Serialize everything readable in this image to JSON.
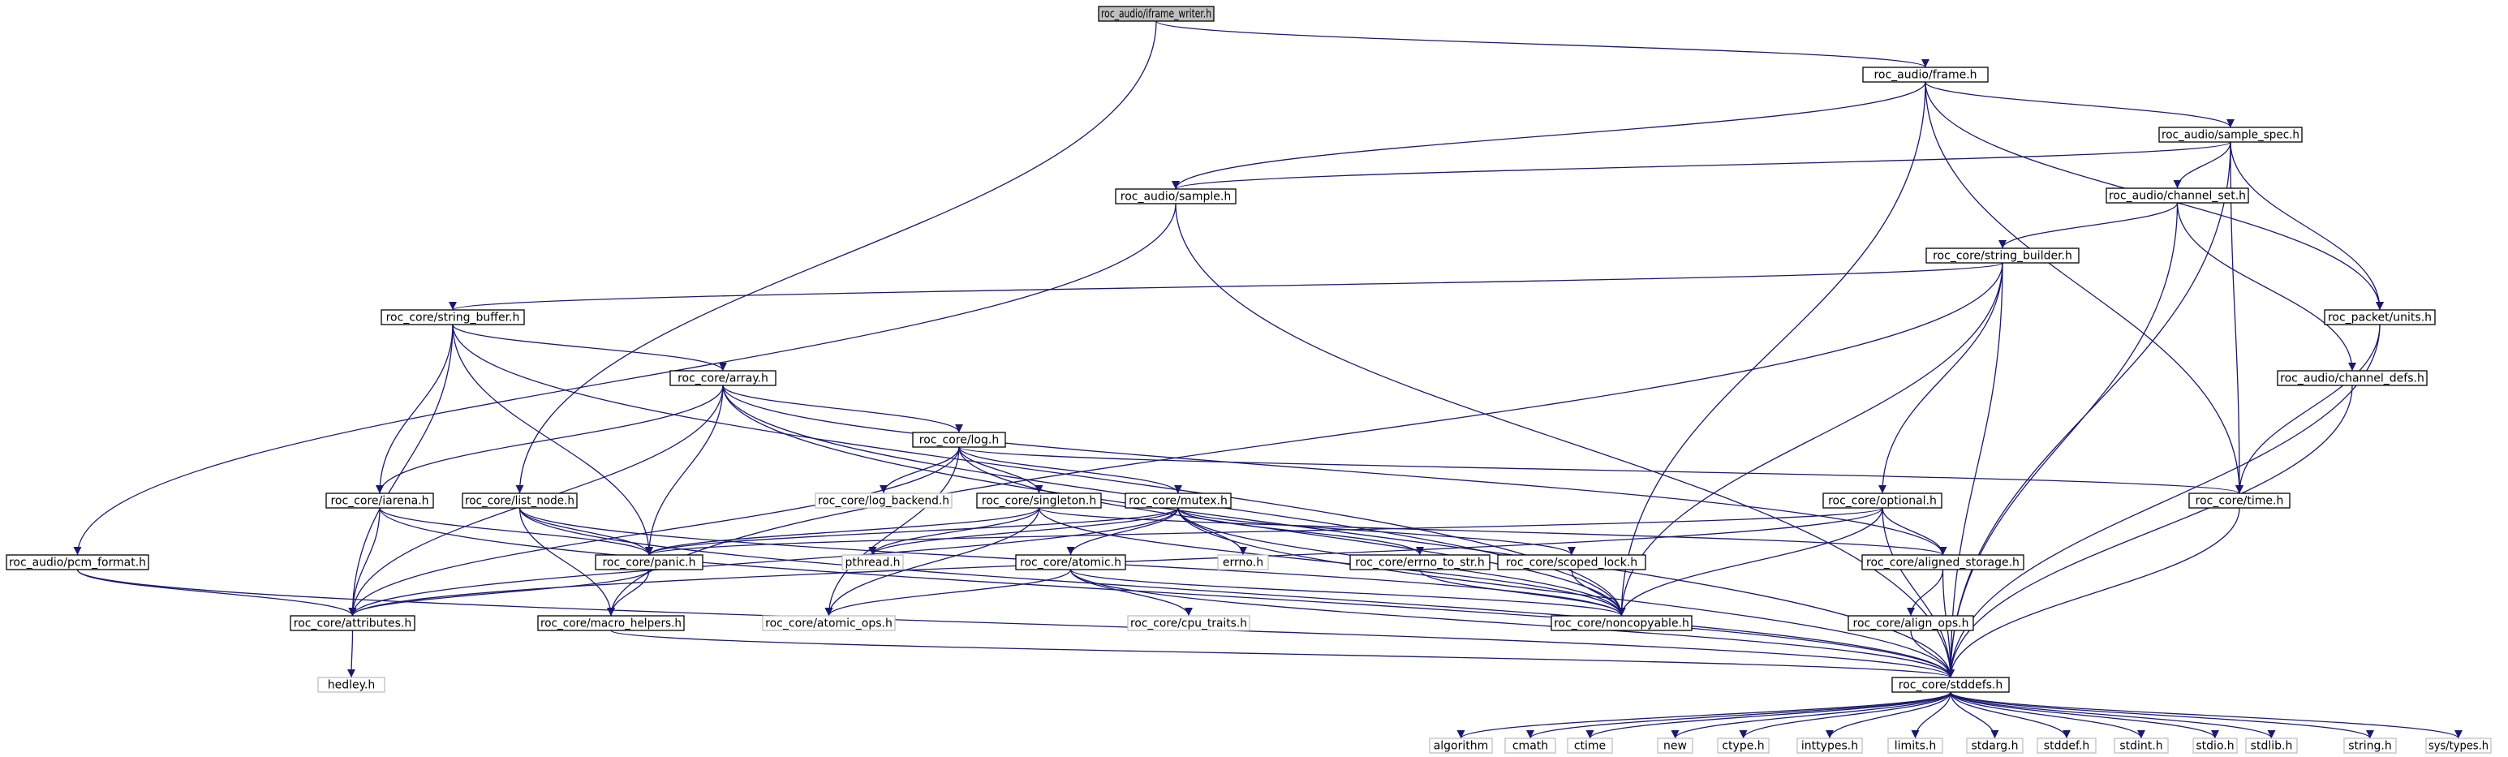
{
  "graph": {
    "title": "roc_audio/iframe_writer.h",
    "nodes": [
      {
        "id": "iframe_writer",
        "label": "roc_audio/iframe_writer.h",
        "kind": "root"
      },
      {
        "id": "frame",
        "label": "roc_audio/frame.h",
        "kind": "file"
      },
      {
        "id": "sample_spec",
        "label": "roc_audio/sample_spec.h",
        "kind": "file"
      },
      {
        "id": "sample",
        "label": "roc_audio/sample.h",
        "kind": "file"
      },
      {
        "id": "channel_set",
        "label": "roc_audio/channel_set.h",
        "kind": "file"
      },
      {
        "id": "string_builder",
        "label": "roc_core/string_builder.h",
        "kind": "file"
      },
      {
        "id": "string_buffer",
        "label": "roc_core/string_buffer.h",
        "kind": "file"
      },
      {
        "id": "units",
        "label": "roc_packet/units.h",
        "kind": "file"
      },
      {
        "id": "channel_defs",
        "label": "roc_audio/channel_defs.h",
        "kind": "file"
      },
      {
        "id": "array",
        "label": "roc_core/array.h",
        "kind": "file"
      },
      {
        "id": "log",
        "label": "roc_core/log.h",
        "kind": "file"
      },
      {
        "id": "iarena",
        "label": "roc_core/iarena.h",
        "kind": "file"
      },
      {
        "id": "list_node",
        "label": "roc_core/list_node.h",
        "kind": "file"
      },
      {
        "id": "log_backend",
        "label": "roc_core/log_backend.h",
        "kind": "ext"
      },
      {
        "id": "singleton",
        "label": "roc_core/singleton.h",
        "kind": "file"
      },
      {
        "id": "mutex",
        "label": "roc_core/mutex.h",
        "kind": "file"
      },
      {
        "id": "optional",
        "label": "roc_core/optional.h",
        "kind": "file"
      },
      {
        "id": "time",
        "label": "roc_core/time.h",
        "kind": "file"
      },
      {
        "id": "pcm_format",
        "label": "roc_audio/pcm_format.h",
        "kind": "file"
      },
      {
        "id": "panic",
        "label": "roc_core/panic.h",
        "kind": "file"
      },
      {
        "id": "pthread",
        "label": "pthread.h",
        "kind": "ext"
      },
      {
        "id": "atomic",
        "label": "roc_core/atomic.h",
        "kind": "file"
      },
      {
        "id": "errno",
        "label": "errno.h",
        "kind": "ext"
      },
      {
        "id": "errno_to_str",
        "label": "roc_core/errno_to_str.h",
        "kind": "file"
      },
      {
        "id": "scoped_lock",
        "label": "roc_core/scoped_lock.h",
        "kind": "file"
      },
      {
        "id": "aligned_storage",
        "label": "roc_core/aligned_storage.h",
        "kind": "file"
      },
      {
        "id": "attributes",
        "label": "roc_core/attributes.h",
        "kind": "file"
      },
      {
        "id": "macro_helpers",
        "label": "roc_core/macro_helpers.h",
        "kind": "file"
      },
      {
        "id": "atomic_ops",
        "label": "roc_core/atomic_ops.h",
        "kind": "ext"
      },
      {
        "id": "cpu_traits",
        "label": "roc_core/cpu_traits.h",
        "kind": "ext"
      },
      {
        "id": "noncopyable",
        "label": "roc_core/noncopyable.h",
        "kind": "file"
      },
      {
        "id": "align_ops",
        "label": "roc_core/align_ops.h",
        "kind": "file"
      },
      {
        "id": "hedley",
        "label": "hedley.h",
        "kind": "ext"
      },
      {
        "id": "stddefs",
        "label": "roc_core/stddefs.h",
        "kind": "file"
      },
      {
        "id": "algorithm",
        "label": "algorithm",
        "kind": "ext"
      },
      {
        "id": "cmath",
        "label": "cmath",
        "kind": "ext"
      },
      {
        "id": "ctime",
        "label": "ctime",
        "kind": "ext"
      },
      {
        "id": "new",
        "label": "new",
        "kind": "ext"
      },
      {
        "id": "ctype",
        "label": "ctype.h",
        "kind": "ext"
      },
      {
        "id": "inttypes",
        "label": "inttypes.h",
        "kind": "ext"
      },
      {
        "id": "limits",
        "label": "limits.h",
        "kind": "ext"
      },
      {
        "id": "stdarg",
        "label": "stdarg.h",
        "kind": "ext"
      },
      {
        "id": "stddef",
        "label": "stddef.h",
        "kind": "ext"
      },
      {
        "id": "stdint",
        "label": "stdint.h",
        "kind": "ext"
      },
      {
        "id": "stdio",
        "label": "stdio.h",
        "kind": "ext"
      },
      {
        "id": "stdlib",
        "label": "stdlib.h",
        "kind": "ext"
      },
      {
        "id": "string",
        "label": "string.h",
        "kind": "ext"
      },
      {
        "id": "sys_types",
        "label": "sys/types.h",
        "kind": "ext"
      }
    ],
    "edges": [
      [
        "iframe_writer",
        "frame"
      ],
      [
        "iframe_writer",
        "list_node"
      ],
      [
        "frame",
        "sample_spec"
      ],
      [
        "frame",
        "sample"
      ],
      [
        "frame",
        "units"
      ],
      [
        "frame",
        "time"
      ],
      [
        "frame",
        "noncopyable"
      ],
      [
        "sample_spec",
        "sample"
      ],
      [
        "sample_spec",
        "channel_set"
      ],
      [
        "sample_spec",
        "units"
      ],
      [
        "sample_spec",
        "time"
      ],
      [
        "sample_spec",
        "stddefs"
      ],
      [
        "sample",
        "pcm_format"
      ],
      [
        "sample",
        "stddefs"
      ],
      [
        "channel_set",
        "string_builder"
      ],
      [
        "channel_set",
        "channel_defs"
      ],
      [
        "channel_set",
        "stddefs"
      ],
      [
        "string_builder",
        "string_buffer"
      ],
      [
        "string_builder",
        "optional"
      ],
      [
        "string_builder",
        "macro_helpers"
      ],
      [
        "string_builder",
        "noncopyable"
      ],
      [
        "string_builder",
        "stddefs"
      ],
      [
        "string_buffer",
        "array"
      ],
      [
        "string_buffer",
        "iarena"
      ],
      [
        "string_buffer",
        "panic"
      ],
      [
        "string_buffer",
        "attributes"
      ],
      [
        "string_buffer",
        "noncopyable"
      ],
      [
        "units",
        "time"
      ],
      [
        "units",
        "stddefs"
      ],
      [
        "channel_defs",
        "stddefs"
      ],
      [
        "array",
        "log"
      ],
      [
        "array",
        "iarena"
      ],
      [
        "array",
        "panic"
      ],
      [
        "array",
        "attributes"
      ],
      [
        "array",
        "aligned_storage"
      ],
      [
        "array",
        "noncopyable"
      ],
      [
        "array",
        "stddefs"
      ],
      [
        "log",
        "log_backend"
      ],
      [
        "log",
        "singleton"
      ],
      [
        "log",
        "mutex"
      ],
      [
        "log",
        "time"
      ],
      [
        "log",
        "attributes"
      ],
      [
        "log",
        "atomic_ops"
      ],
      [
        "log",
        "noncopyable"
      ],
      [
        "iarena",
        "panic"
      ],
      [
        "iarena",
        "attributes"
      ],
      [
        "iarena",
        "stddefs"
      ],
      [
        "list_node",
        "panic"
      ],
      [
        "list_node",
        "macro_helpers"
      ],
      [
        "list_node",
        "noncopyable"
      ],
      [
        "list_node",
        "stddefs"
      ],
      [
        "singleton",
        "panic"
      ],
      [
        "singleton",
        "pthread"
      ],
      [
        "singleton",
        "atomic_ops"
      ],
      [
        "singleton",
        "aligned_storage"
      ],
      [
        "singleton",
        "noncopyable"
      ],
      [
        "mutex",
        "atomic"
      ],
      [
        "mutex",
        "errno"
      ],
      [
        "mutex",
        "errno_to_str"
      ],
      [
        "mutex",
        "scoped_lock"
      ],
      [
        "mutex",
        "panic"
      ],
      [
        "mutex",
        "attributes"
      ],
      [
        "mutex",
        "pthread"
      ],
      [
        "mutex",
        "noncopyable"
      ],
      [
        "mutex",
        "stddefs"
      ],
      [
        "optional",
        "aligned_storage"
      ],
      [
        "optional",
        "panic"
      ],
      [
        "optional",
        "attributes"
      ],
      [
        "optional",
        "noncopyable"
      ],
      [
        "optional",
        "stddefs"
      ],
      [
        "time",
        "stddefs"
      ],
      [
        "pcm_format",
        "attributes"
      ],
      [
        "pcm_format",
        "stddefs"
      ],
      [
        "panic",
        "attributes"
      ],
      [
        "panic",
        "macro_helpers"
      ],
      [
        "atomic",
        "atomic_ops"
      ],
      [
        "atomic",
        "cpu_traits"
      ],
      [
        "atomic",
        "noncopyable"
      ],
      [
        "atomic",
        "stddefs"
      ],
      [
        "errno_to_str",
        "noncopyable"
      ],
      [
        "scoped_lock",
        "noncopyable"
      ],
      [
        "aligned_storage",
        "align_ops"
      ],
      [
        "aligned_storage",
        "stddefs"
      ],
      [
        "attributes",
        "hedley"
      ],
      [
        "macro_helpers",
        "stddefs"
      ],
      [
        "align_ops",
        "stddefs"
      ],
      [
        "stddefs",
        "algorithm"
      ],
      [
        "stddefs",
        "cmath"
      ],
      [
        "stddefs",
        "ctime"
      ],
      [
        "stddefs",
        "new"
      ],
      [
        "stddefs",
        "ctype"
      ],
      [
        "stddefs",
        "inttypes"
      ],
      [
        "stddefs",
        "limits"
      ],
      [
        "stddefs",
        "stdarg"
      ],
      [
        "stddefs",
        "stddef"
      ],
      [
        "stddefs",
        "stdint"
      ],
      [
        "stddefs",
        "stdio"
      ],
      [
        "stddefs",
        "stdlib"
      ],
      [
        "stddefs",
        "string"
      ],
      [
        "stddefs",
        "sys_types"
      ]
    ]
  }
}
